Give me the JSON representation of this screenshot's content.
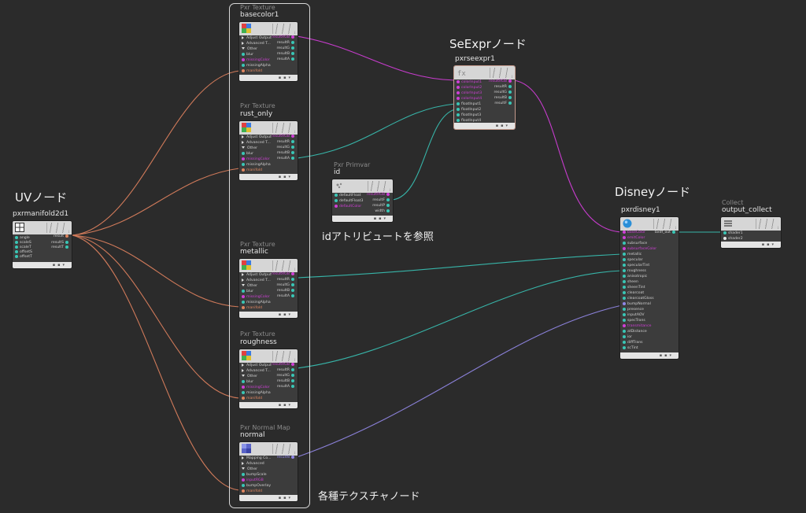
{
  "annotations": {
    "uv": "UVノード",
    "seexpr": "SeExprノード",
    "disney": "Disneyノード",
    "idref": "idアトリビュートを参照",
    "textures": "各種テクスチャノード"
  },
  "colors": {
    "background": "#2b2b2b",
    "color_wire": "#c63ccc",
    "float_wire": "#37b4a8",
    "manifold_wire": "#d07a5a",
    "normal_wire": "#8a80d8",
    "port_color": "#cf3fd6",
    "port_float": "#39c6b5",
    "port_manifold": "#e08660",
    "port_normal": "#8f86e6",
    "port_white": "#e8e8e8"
  },
  "nodes": {
    "manifold": {
      "type": "",
      "name": "pxrmanifold2d1",
      "inputs": [
        "angle",
        "scaleS",
        "scaleT",
        "offsetS",
        "offsetT"
      ],
      "outputs": [
        "result",
        "resultS",
        "resultT"
      ]
    },
    "basecolor": {
      "type": "Pxr Texture",
      "name": "basecolor1",
      "inputs": [
        "Adjust Output",
        "Advanced T...",
        "Other",
        "blur",
        "missingColor",
        "missingAlpha",
        "manifold"
      ],
      "outputs": [
        "resultRGB",
        "resultR",
        "resultG",
        "resultB",
        "resultA"
      ]
    },
    "rust": {
      "type": "Pxr Texture",
      "name": "rust_only",
      "inputs": [
        "Adjust Output",
        "Advanced T...",
        "Other",
        "blur",
        "missingColor",
        "missingAlpha",
        "manifold"
      ],
      "outputs": [
        "resultRGB",
        "resultR",
        "resultG",
        "resultB",
        "resultA"
      ]
    },
    "metallic": {
      "type": "Pxr Texture",
      "name": "metallic",
      "inputs": [
        "Adjust Output",
        "Advanced T...",
        "Other",
        "blur",
        "missingColor",
        "missingAlpha",
        "manifold"
      ],
      "outputs": [
        "resultRGB",
        "resultR",
        "resultG",
        "resultB",
        "resultA"
      ]
    },
    "roughness": {
      "type": "Pxr Texture",
      "name": "roughness",
      "inputs": [
        "Adjust Output",
        "Advanced T...",
        "Other",
        "blur",
        "missingColor",
        "missingAlpha",
        "manifold"
      ],
      "outputs": [
        "resultRGB",
        "resultR",
        "resultG",
        "resultB",
        "resultA"
      ]
    },
    "normal": {
      "type": "Pxr Normal Map",
      "name": "normal",
      "inputs": [
        "Mapping Co...",
        "Advanced",
        "Other",
        "bumpScale",
        "inputRGB",
        "bumpOverlay",
        "manifold"
      ],
      "outputs": [
        "resultN"
      ]
    },
    "primvar": {
      "type": "Pxr Primvar",
      "name": "id",
      "inputs": [
        "defaultFloat",
        "defaultFloat3",
        "defaultColor"
      ],
      "outputs": [
        "resultRGB",
        "resultF",
        "resultP",
        "width"
      ]
    },
    "seexpr": {
      "type": "",
      "name": "pxrseexpr1",
      "inputs": [
        "colorInput1",
        "colorInput2",
        "colorInput3",
        "colorInput4",
        "floatInput1",
        "floatInput2",
        "floatInput3",
        "floatInput4"
      ],
      "outputs": [
        "resultRGB",
        "resultR",
        "resultG",
        "resultB",
        "resultF"
      ]
    },
    "disney": {
      "type": "",
      "name": "pxrdisney1",
      "inputs": [
        "baseColor",
        "emitColor",
        "subsurface",
        "subsurfaceColor",
        "metallic",
        "specular",
        "specularTint",
        "roughness",
        "anisotropic",
        "sheen",
        "sheenTint",
        "clearcoat",
        "clearcoatGloss",
        "bumpNormal",
        "presence",
        "inputAOV",
        "specTrans",
        "transmitance",
        "atDistance",
        "ior",
        "diffTrans",
        "scTint"
      ],
      "outputs": [
        "bxdf_out"
      ]
    },
    "collect": {
      "type": "Collect",
      "name": "output_collect",
      "inputs": [
        "shader1",
        "shader2"
      ],
      "outputs": []
    }
  }
}
